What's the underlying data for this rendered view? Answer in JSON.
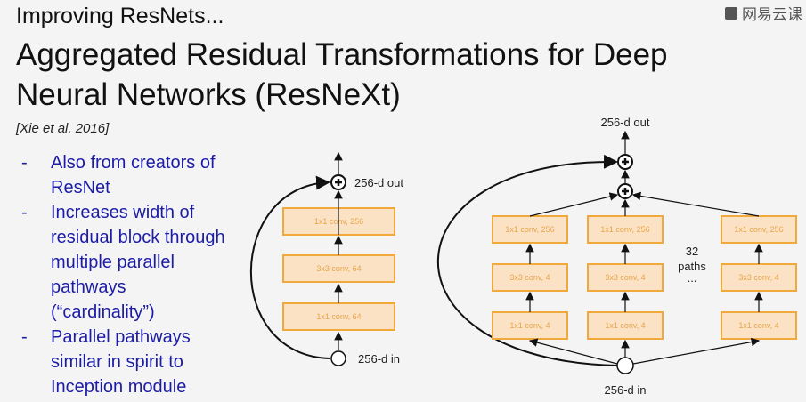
{
  "slide": {
    "kicker": "Improving ResNets...",
    "title_line1": "Aggregated Residual Transformations for Deep",
    "title_line2": "Neural Networks (ResNeXt)",
    "citation": "[Xie et al. 2016]",
    "bullets": [
      {
        "lines": [
          "Also from creators of",
          "ResNet"
        ]
      },
      {
        "lines": [
          "Increases width of",
          "residual block through",
          "multiple parallel",
          "pathways",
          "(“cardinality”)"
        ]
      },
      {
        "lines": [
          "Parallel pathways",
          "similar in spirit to",
          "Inception module"
        ]
      }
    ]
  },
  "watermark": "网易云课",
  "diagram": {
    "left": {
      "boxes": [
        "1x1 conv, 256",
        "3x3 conv, 64",
        "1x1 conv, 64"
      ],
      "out": "256-d out",
      "in": "256-d in"
    },
    "right": {
      "columns": [
        [
          "1x1 conv, 256",
          "3x3 conv, 4",
          "1x1 conv, 4"
        ],
        [
          "1x1 conv, 256",
          "3x3 conv, 4",
          "1x1 conv, 4"
        ],
        [
          "1x1 conv, 256",
          "3x3 conv, 4",
          "1x1 conv, 4"
        ]
      ],
      "paths_count": "32",
      "paths_label": "paths",
      "ellipsis": "...",
      "out": "256-d out",
      "in": "256-d in"
    }
  }
}
